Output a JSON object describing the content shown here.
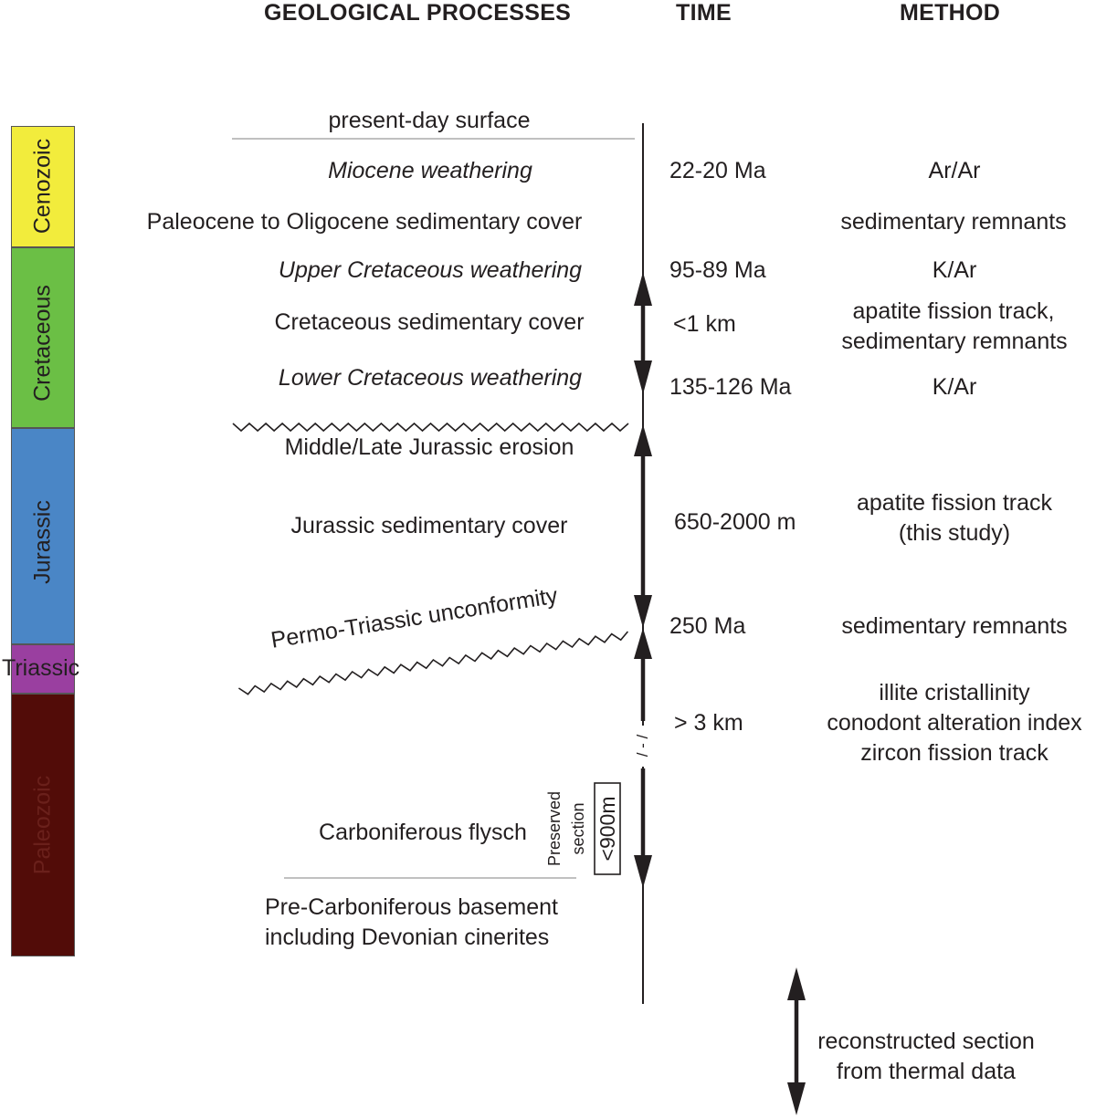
{
  "headers": {
    "processes": "GEOLOGICAL PROCESSES",
    "time": "TIME",
    "method": "METHOD"
  },
  "eras": [
    {
      "name": "Cenozoic",
      "color": "#f2ec3c"
    },
    {
      "name": "Cretaceous",
      "color": "#6bbf45"
    },
    {
      "name": "Jurassic",
      "color": "#4a86c6"
    },
    {
      "name": "Triassic",
      "color": "#9a3fa0"
    },
    {
      "name": "Paleozoic",
      "color": "#520c08"
    }
  ],
  "processes": {
    "surface": "present-day surface",
    "miocene": "Miocene weathering",
    "paleocene": "Paleocene to Oligocene sedimentary cover",
    "upper_cret": "Upper Cretaceous weathering",
    "cret_cover": "Cretaceous sedimentary cover",
    "lower_cret": "Lower Cretaceous weathering",
    "jur_erosion": "Middle/Late Jurassic erosion",
    "jur_cover": "Jurassic sedimentary cover",
    "unconformity": "Permo-Triassic unconformity",
    "flysch": "Carboniferous flysch",
    "basement_1": "Pre-Carboniferous basement",
    "basement_2": "including Devonian cinerites"
  },
  "times": {
    "miocene": "22-20 Ma",
    "upper_cret": "95-89 Ma",
    "cret_cover": "<1 km",
    "lower_cret": "135-126 Ma",
    "jur_cover": "650-2000 m",
    "unconformity": "250 Ma",
    "paleozoic": "> 3 km"
  },
  "methods": {
    "miocene": "Ar/Ar",
    "paleocene": "sedimentary remnants",
    "upper_cret": "K/Ar",
    "cret_1": "apatite fission track,",
    "cret_2": "sedimentary remnants",
    "lower_cret": "K/Ar",
    "jur_1": "apatite fission track",
    "jur_2": "(this study)",
    "unconformity": "sedimentary remnants",
    "paleo_1": "illite cristallinity",
    "paleo_2": "conodont alteration index",
    "paleo_3": "zircon fission track"
  },
  "preserved": {
    "line1": "Preserved",
    "line2": "section",
    "value": "<900m"
  },
  "break_mark": "/ - /",
  "legend": {
    "line1": "reconstructed section",
    "line2": "from thermal data"
  }
}
